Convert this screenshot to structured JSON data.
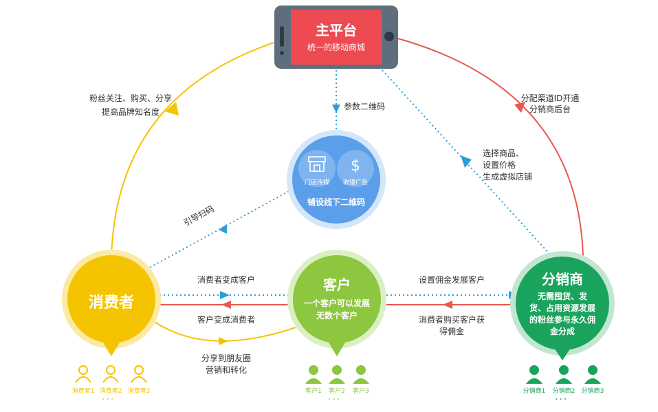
{
  "platform": {
    "title": "主平台",
    "subtitle": "统一的移动商城"
  },
  "qr_node": {
    "label": "铺设线下二维码",
    "icon_store_label": "门店传媒",
    "icon_cash_label": "收银广告"
  },
  "consumer_node": {
    "title": "消费者",
    "people": [
      "消费者1",
      "消费者2",
      "消费者3"
    ],
    "more": "···"
  },
  "customer_node": {
    "title": "客户",
    "desc_line1": "一个客户可以发展",
    "desc_line2": "无数个客户",
    "people": [
      "客户1",
      "客户2",
      "客户3"
    ],
    "more": "···"
  },
  "distributor_node": {
    "title": "分销商",
    "desc_line1": "无需囤货、发",
    "desc_line2": "货、占用资源发展",
    "desc_line3": "的粉丝参与永久佣",
    "desc_line4": "金分成",
    "people": [
      "分销商1",
      "分销商2",
      "分销商3"
    ],
    "more": "···"
  },
  "edge_labels": {
    "fans_line1": "粉丝关注、购买、分享",
    "fans_line2": "提高品牌知名度",
    "qr_param": "参数二维码",
    "assign_line1": "分配渠道ID开通",
    "assign_line2": "分销商后台",
    "select_line1": "选择商品、",
    "select_line2": "设置价格",
    "select_line3": "生成虚拟店铺",
    "guide_scan": "引导扫码",
    "consumer_to_customer": "消费者变成客户",
    "customer_to_consumer": "客户变成消费者",
    "set_commission": "设置佣金发展客户",
    "earn_line1": "消费者购买客户获",
    "earn_line2": "得佣金",
    "share_line1": "分享到朋友圈",
    "share_line2": "营销和转化"
  },
  "colors": {
    "yellow": "#f5c400",
    "green": "#8dc63f",
    "teal_green": "#1aa35c",
    "blue": "#4a90e2",
    "red": "#e8584f",
    "dotted_blue": "#2a9fd6"
  }
}
